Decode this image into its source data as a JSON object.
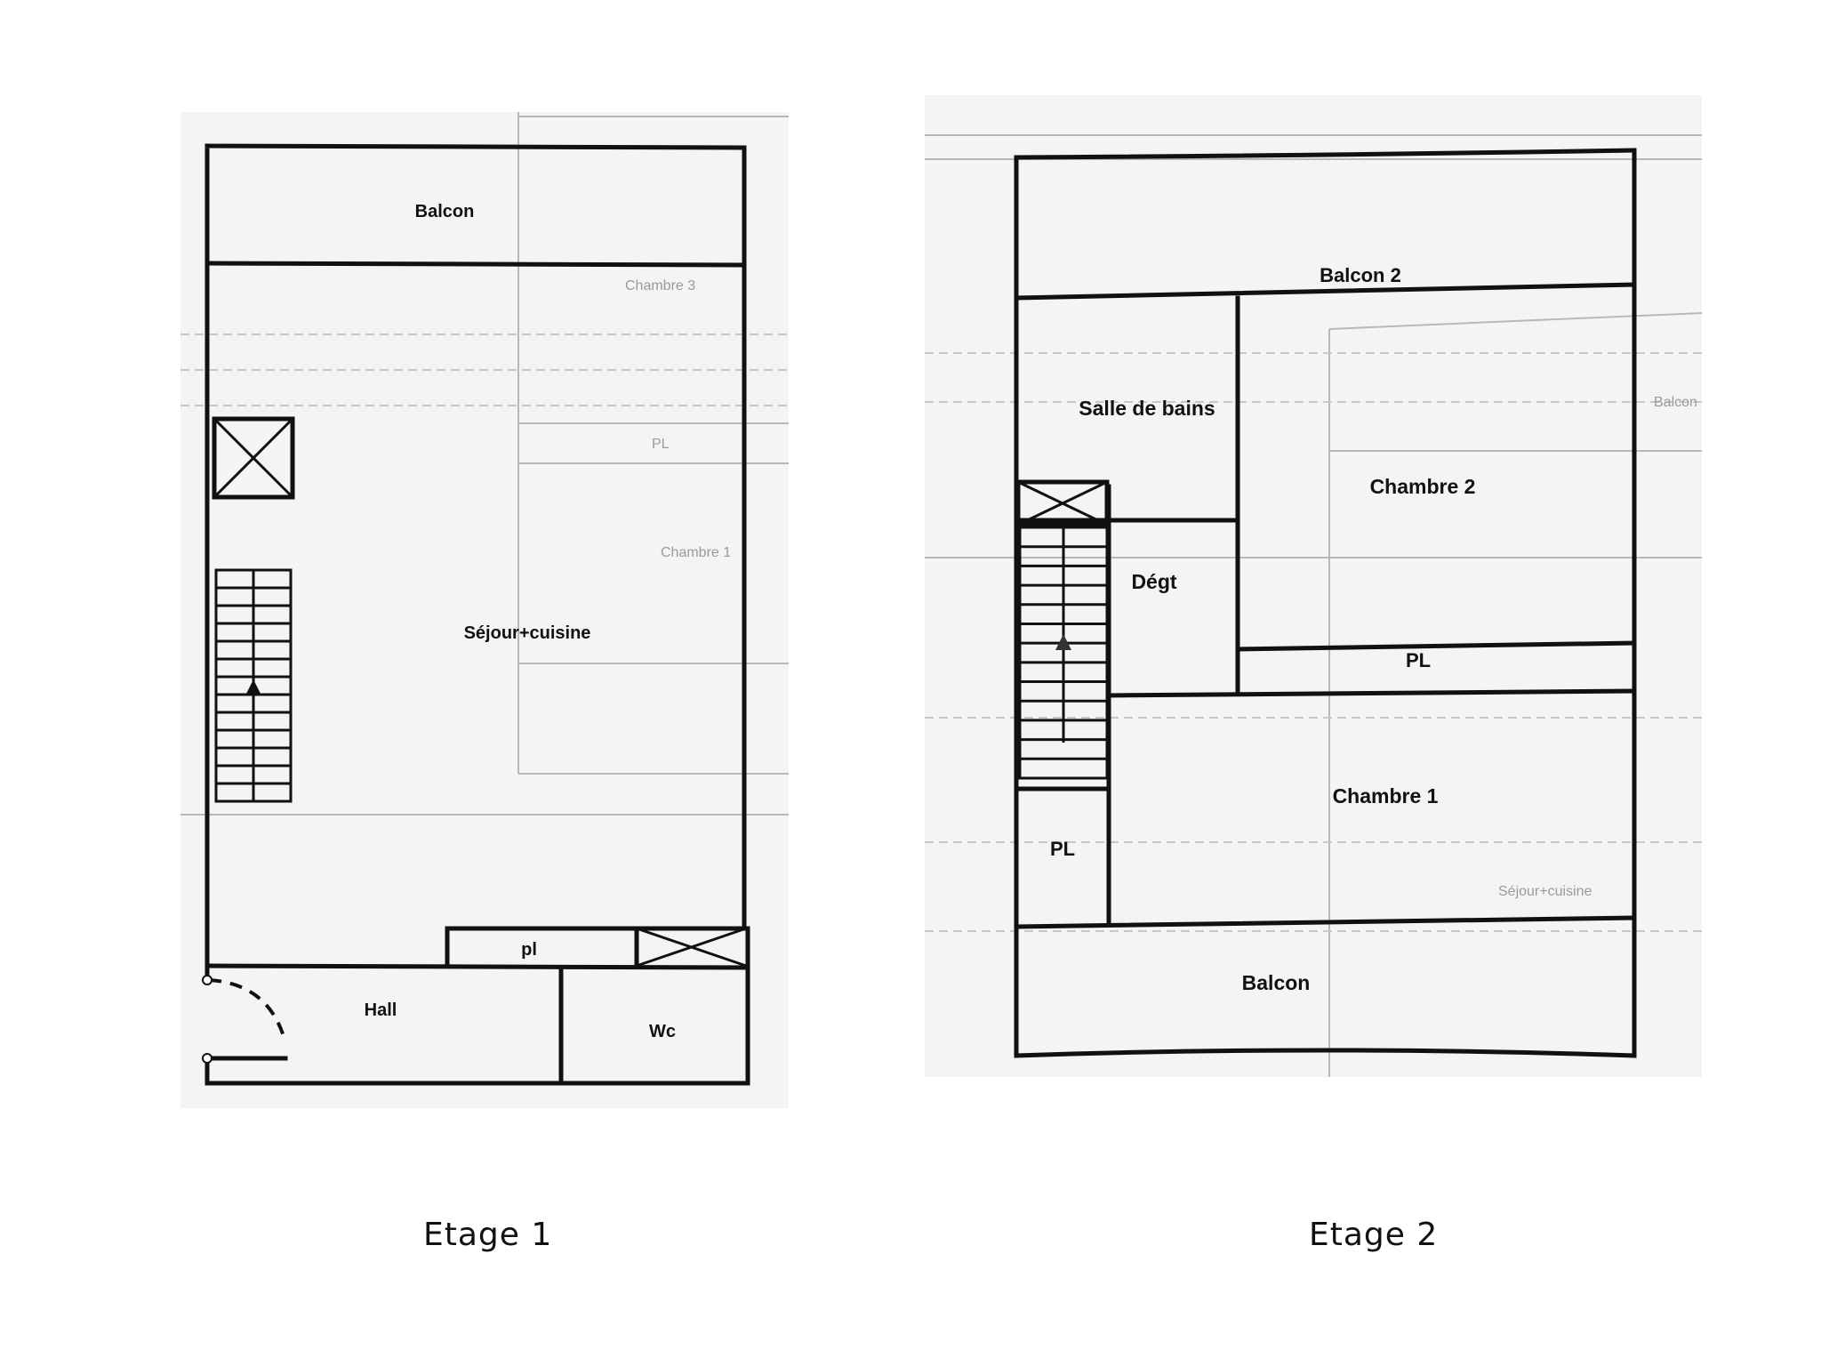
{
  "floors": [
    {
      "caption": "Etage 1",
      "rooms": {
        "balcon": "Balcon",
        "sejour_cuisine": "Séjour+cuisine",
        "pl": "pl",
        "hall": "Hall",
        "wc": "Wc"
      },
      "ghost_labels": {
        "chambre_3": "Chambre 3",
        "pl": "PL",
        "chambre_1": "Chambre 1"
      }
    },
    {
      "caption": "Etage 2",
      "rooms": {
        "balcon_2": "Balcon 2",
        "salle_de_bains": "Salle de bains",
        "chambre_2": "Chambre 2",
        "degt": "Dégt",
        "pl_upper": "PL",
        "chambre_1": "Chambre 1",
        "pl_lower": "PL",
        "balcon": "Balcon"
      },
      "ghost_labels": {
        "balcon": "Balcon",
        "sejour_cuisine": "Séjour+cuisine"
      }
    }
  ],
  "colors": {
    "wall": "#111111",
    "paper": "#f4f4f2",
    "ghost": "#9a9a9a"
  }
}
